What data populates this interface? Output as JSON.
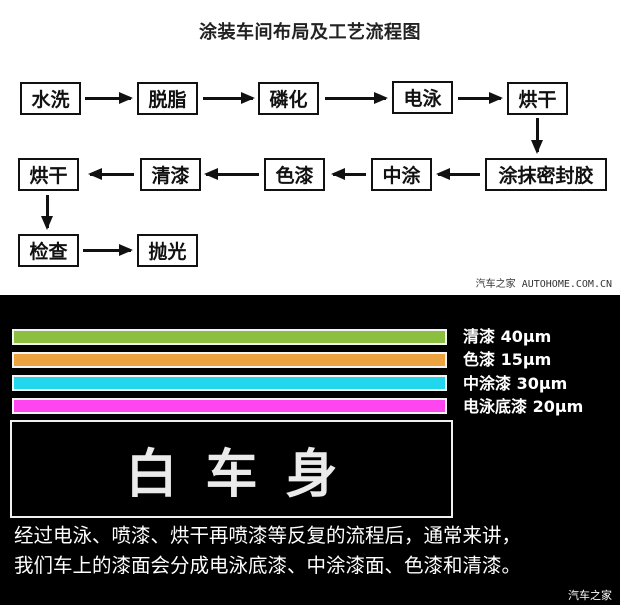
{
  "title": "涂装车间布局及工艺流程图",
  "flow": {
    "row1": [
      "水洗",
      "脱脂",
      "磷化",
      "电泳",
      "烘干"
    ],
    "row2": [
      "烘干",
      "清漆",
      "色漆",
      "中涂",
      "涂抹密封胶"
    ],
    "row3": [
      "检查",
      "抛光"
    ],
    "order": [
      "水洗",
      "脱脂",
      "磷化",
      "电泳",
      "烘干",
      "涂抹密封胶",
      "中涂",
      "色漆",
      "清漆",
      "烘干",
      "检查",
      "抛光"
    ]
  },
  "watermark_top": "汽车之家 AUTOHOME.COM.CN",
  "layers": [
    {
      "label": "清漆 40μm",
      "name": "清漆",
      "thickness_um": 40,
      "color": "#8cbf3f"
    },
    {
      "label": "色漆 15μm",
      "name": "色漆",
      "thickness_um": 15,
      "color": "#eda240"
    },
    {
      "label": "中涂漆 30μm",
      "name": "中涂漆",
      "thickness_um": 30,
      "color": "#22d6ee"
    },
    {
      "label": "电泳底漆 20μm",
      "name": "电泳底漆",
      "thickness_um": 20,
      "color": "#ff45f0"
    }
  ],
  "body_label": "白车身",
  "caption": {
    "line1": "经过电泳、喷漆、烘干再喷漆等反复的流程后，通常来讲，",
    "line2": "我们车上的漆面会分成电泳底漆、中涂漆面、色漆和清漆。"
  },
  "watermark_bottom": "汽车之家"
}
